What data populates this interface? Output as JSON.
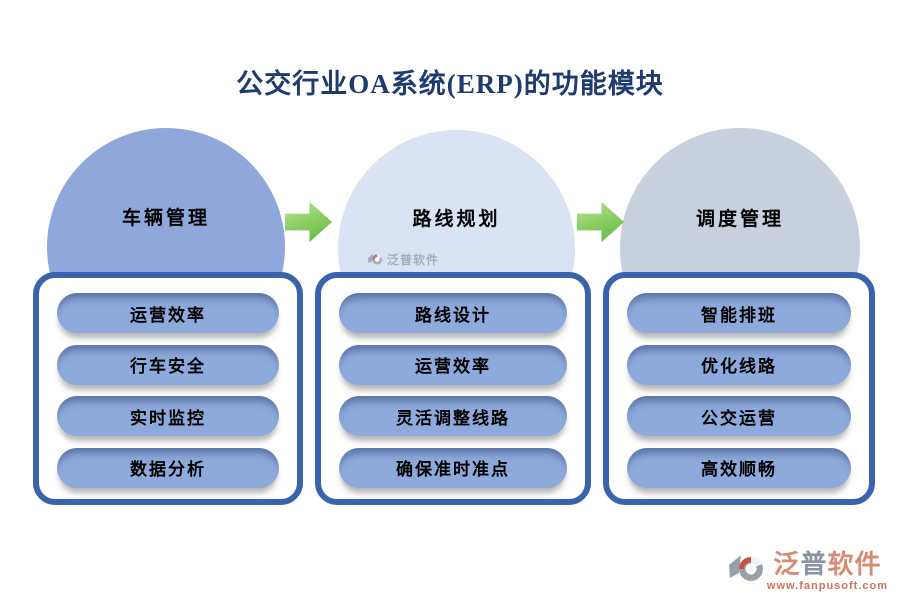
{
  "title": "公交行业OA系统(ERP)的功能模块",
  "colors": {
    "title_text": "#1e3a6e",
    "circle_vehicle": "#8fa7da",
    "circle_route": "#dae3f3",
    "circle_dispatch": "#c7d0dc",
    "panel_border": "#3a63ae",
    "pill_fill": "#8ea9db",
    "arrow_green": "#5db53e",
    "brand_salmon": "#d98a74",
    "brand_slate": "#8a93a3"
  },
  "modules": [
    {
      "name": "车辆管理",
      "items": [
        "运营效率",
        "行车安全",
        "实时监控",
        "数据分析"
      ]
    },
    {
      "name": "路线规划",
      "items": [
        "路线设计",
        "运营效率",
        "灵活调整线路",
        "确保准时准点"
      ]
    },
    {
      "name": "调度管理",
      "items": [
        "智能排班",
        "优化线路",
        "公交运营",
        "高效顺畅"
      ]
    }
  ],
  "watermark": {
    "text": "泛普软件"
  },
  "footer_logo": {
    "brand_part1": "泛",
    "brand_part2": "普",
    "brand_part3": "软件",
    "url": "www.fanpusoft.com"
  }
}
